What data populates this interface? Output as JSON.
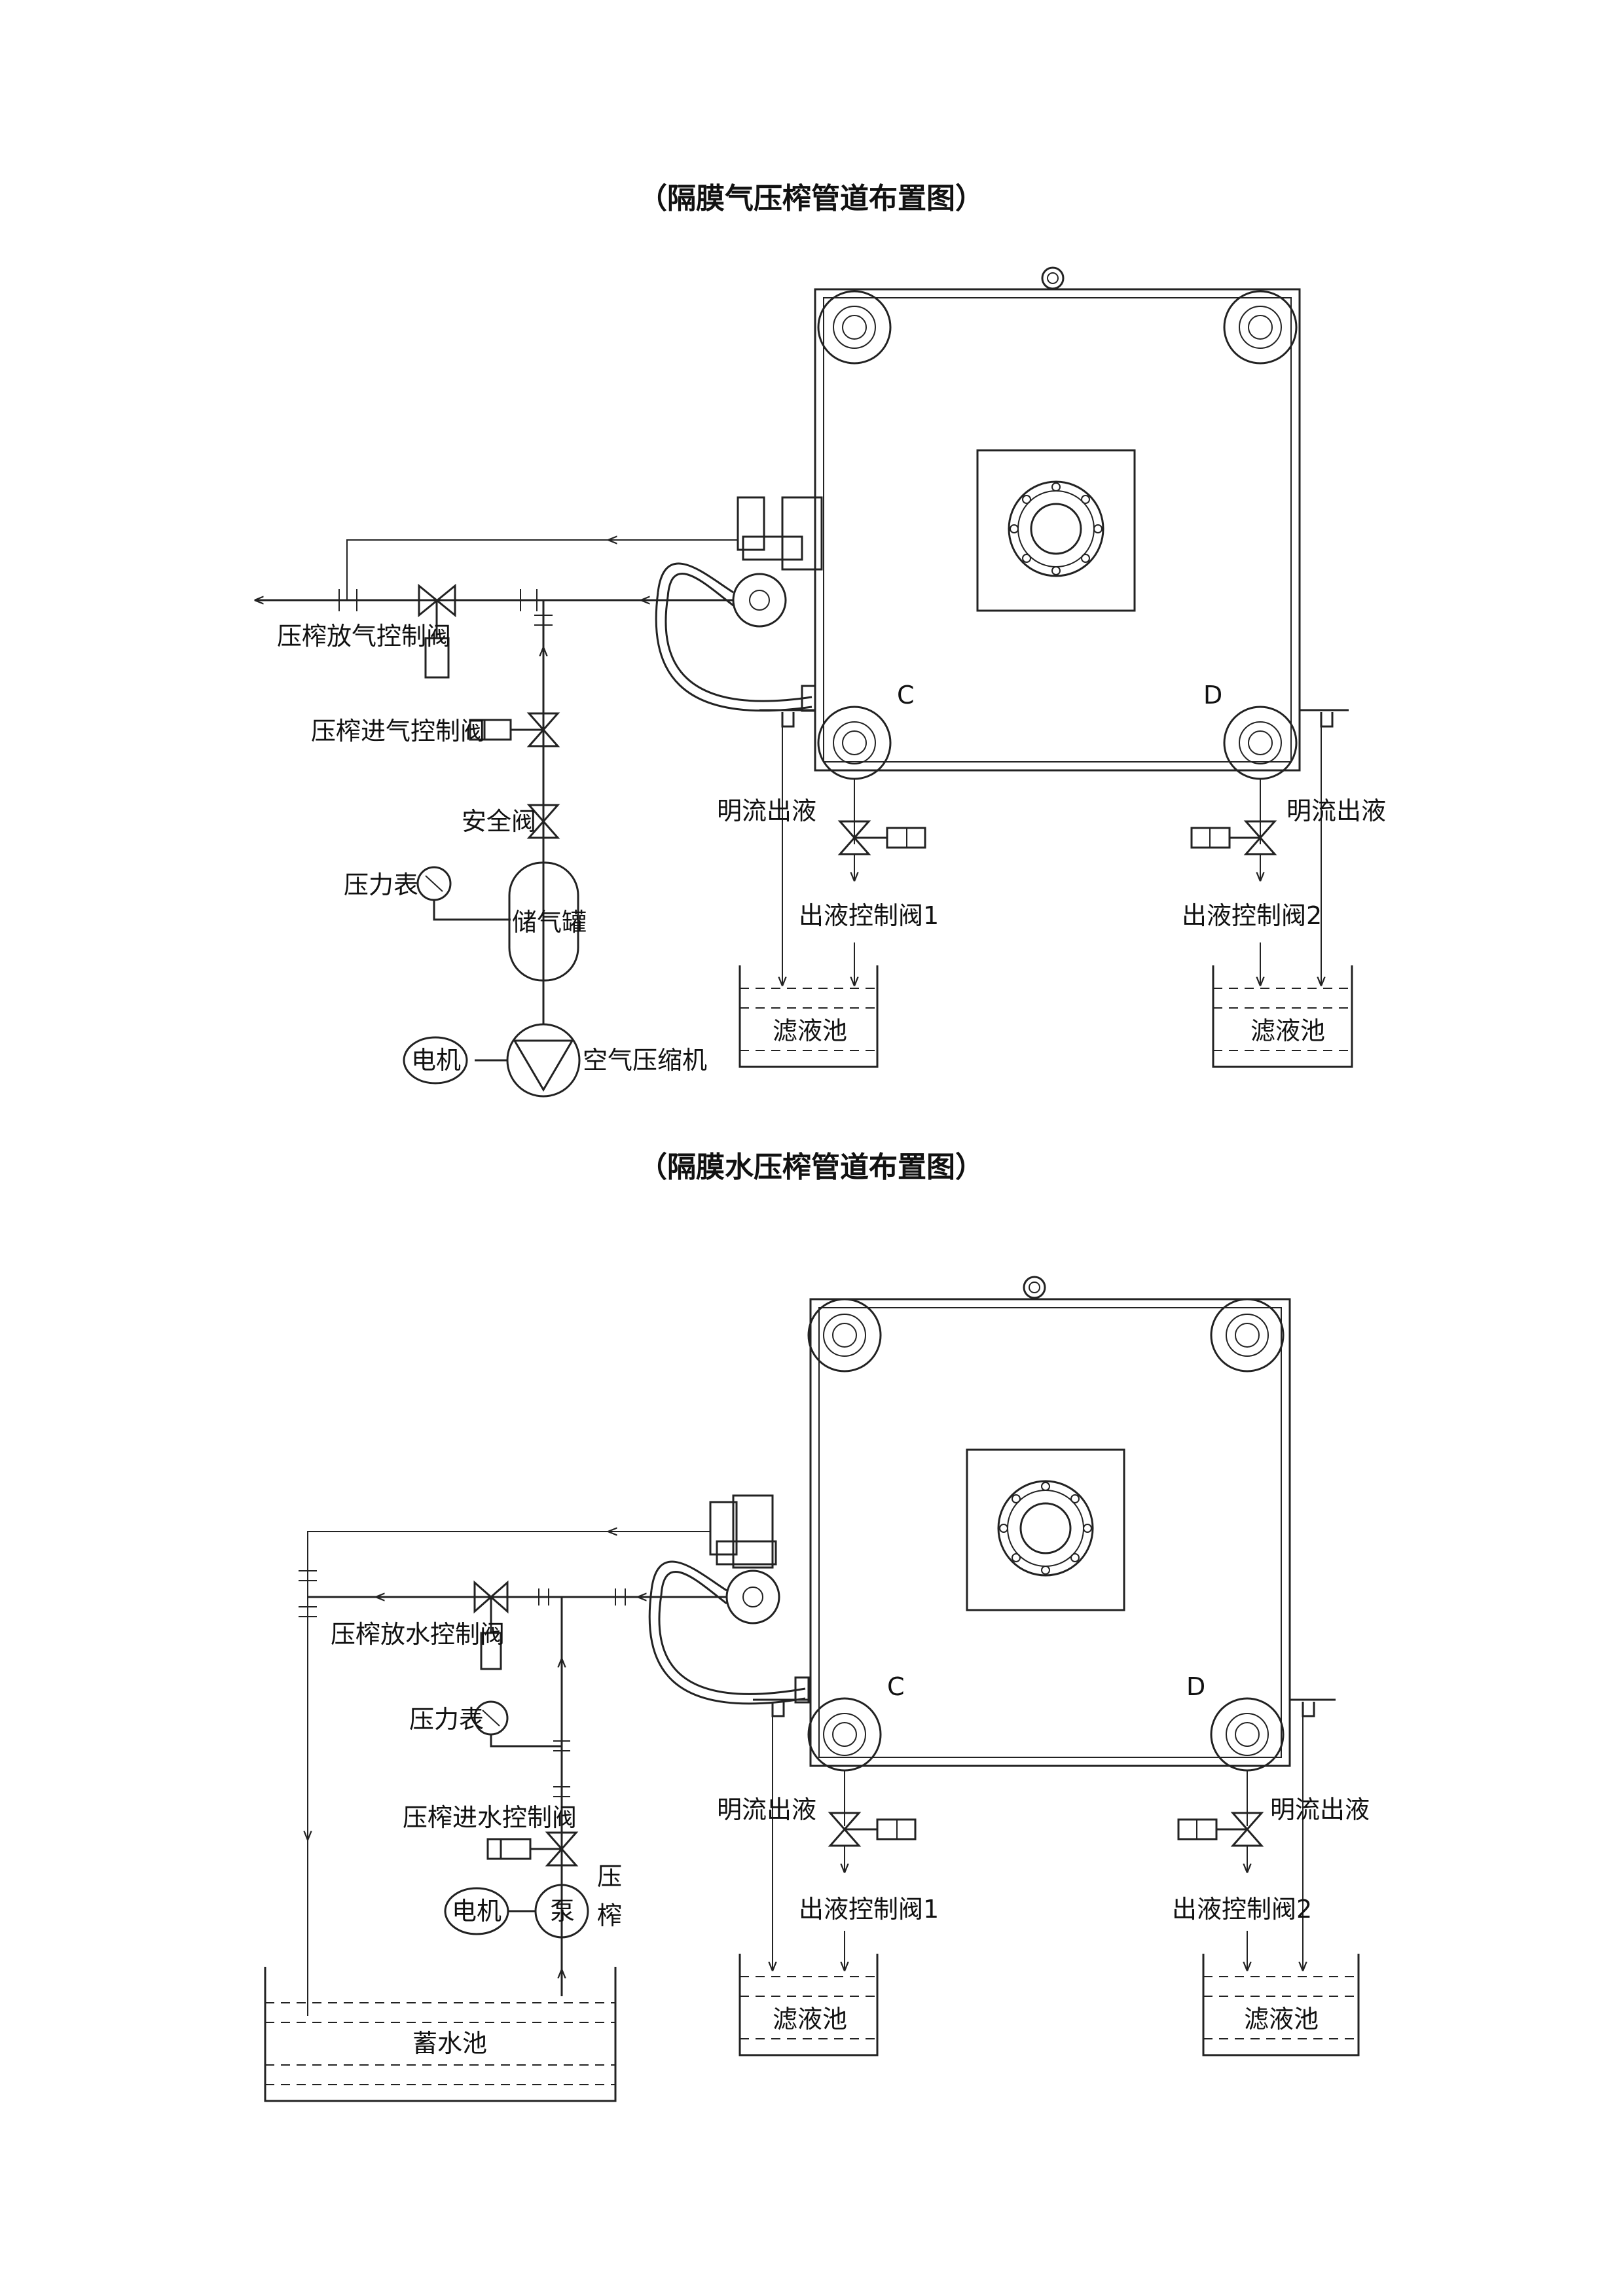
{
  "air_diagram": {
    "title": "（隔膜气压榨管道布置图）",
    "labels": {
      "discharge_valve": "压榨放气控制阀",
      "inlet_valve": "压榨进气控制阀",
      "safety_valve": "安全阀",
      "pressure_gauge": "压力表",
      "tank": "储气罐",
      "motor": "电机",
      "compressor": "空气压缩机",
      "open_flow_left": "明流出液",
      "open_flow_right": "明流出液",
      "outlet_valve_1": "出液控制阀1",
      "outlet_valve_2": "出液控制阀2",
      "filtrate_left": "滤液池",
      "filtrate_right": "滤液池",
      "corner_c": "C",
      "corner_d": "D"
    }
  },
  "water_diagram": {
    "title": "（隔膜水压榨管道布置图）",
    "labels": {
      "discharge_valve": "压榨放水控制阀",
      "pressure_gauge": "压力表",
      "inlet_valve": "压榨进水控制阀",
      "motor": "电机",
      "pump": "泵",
      "press_chars": [
        "压",
        "榨"
      ],
      "reservoir": "蓄水池",
      "open_flow_left": "明流出液",
      "open_flow_right": "明流出液",
      "outlet_valve_1": "出液控制阀1",
      "outlet_valve_2": "出液控制阀2",
      "filtrate_left": "滤液池",
      "filtrate_right": "滤液池",
      "corner_c": "C",
      "corner_d": "D"
    }
  }
}
